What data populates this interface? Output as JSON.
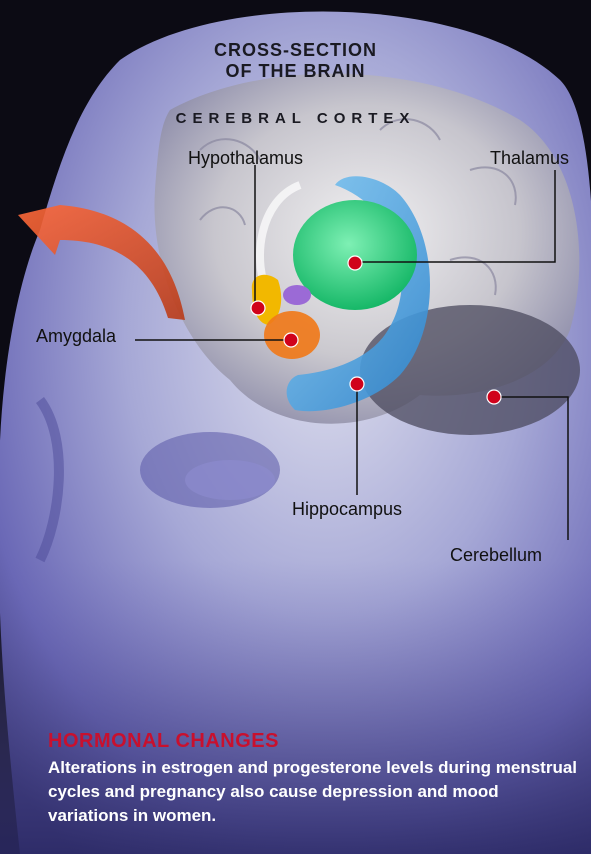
{
  "title": {
    "line1": "CROSS-SECTION",
    "line2": "OF THE BRAIN"
  },
  "cortex_label": "CEREBRAL CORTEX",
  "labels": {
    "hypothalamus": "Hypothalamus",
    "thalamus": "Thalamus",
    "amygdala": "Amygdala",
    "hippocampus": "Hippocampus",
    "cerebellum": "Cerebellum"
  },
  "caption": {
    "heading": "HORMONAL CHANGES",
    "body": "Alterations in estrogen and progesterone levels during menstrual cycles and pregnancy also cause depression and mood variations in women."
  },
  "colors": {
    "marker": "#d0021b",
    "thalamus": "#35d98a",
    "hippocampus": "#4aa8e8",
    "amygdala": "#f07a1a",
    "hypothalamus": "#f2b800",
    "arrow": "#e8552a",
    "caption_heading": "#c8102e"
  }
}
